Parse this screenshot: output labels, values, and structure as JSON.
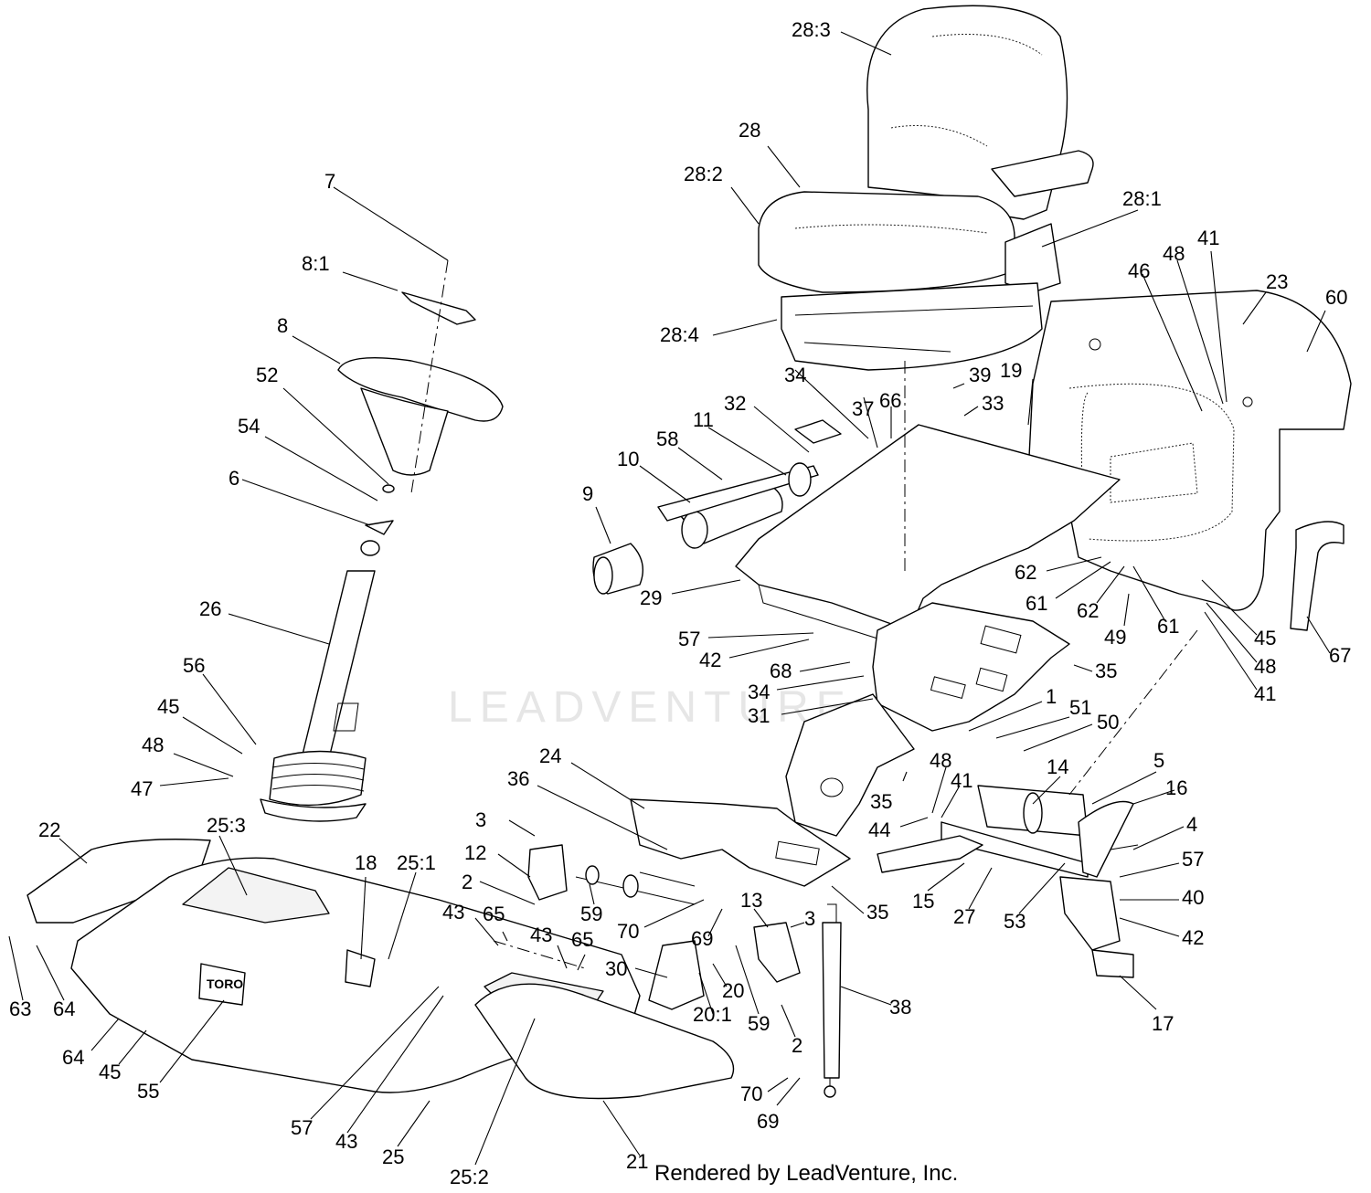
{
  "watermark": "LEADVENTURE",
  "credit": "Rendered by LeadVenture, Inc.",
  "callouts": [
    {
      "id": "c-28-3",
      "label": "28:3"
    },
    {
      "id": "c-28",
      "label": "28"
    },
    {
      "id": "c-28-2",
      "label": "28:2"
    },
    {
      "id": "c-28-1",
      "label": "28:1"
    },
    {
      "id": "c-28-4",
      "label": "28:4"
    },
    {
      "id": "c-7",
      "label": "7"
    },
    {
      "id": "c-8-1",
      "label": "8:1"
    },
    {
      "id": "c-8",
      "label": "8"
    },
    {
      "id": "c-52",
      "label": "52"
    },
    {
      "id": "c-54",
      "label": "54"
    },
    {
      "id": "c-6",
      "label": "6"
    },
    {
      "id": "c-26",
      "label": "26"
    },
    {
      "id": "c-56",
      "label": "56"
    },
    {
      "id": "c-45a",
      "label": "45"
    },
    {
      "id": "c-48a",
      "label": "48"
    },
    {
      "id": "c-47",
      "label": "47"
    },
    {
      "id": "c-22",
      "label": "22"
    },
    {
      "id": "c-25-3",
      "label": "25:3"
    },
    {
      "id": "c-18",
      "label": "18"
    },
    {
      "id": "c-25-1",
      "label": "25:1"
    },
    {
      "id": "c-63",
      "label": "63"
    },
    {
      "id": "c-64a",
      "label": "64"
    },
    {
      "id": "c-64b",
      "label": "64"
    },
    {
      "id": "c-45b",
      "label": "45"
    },
    {
      "id": "c-55",
      "label": "55"
    },
    {
      "id": "c-57a",
      "label": "57"
    },
    {
      "id": "c-43a",
      "label": "43"
    },
    {
      "id": "c-25",
      "label": "25"
    },
    {
      "id": "c-25-2",
      "label": "25:2"
    },
    {
      "id": "c-21",
      "label": "21"
    },
    {
      "id": "c-48b",
      "label": "48"
    },
    {
      "id": "c-41a",
      "label": "41"
    },
    {
      "id": "c-23",
      "label": "23"
    },
    {
      "id": "c-60",
      "label": "60"
    },
    {
      "id": "c-46",
      "label": "46"
    },
    {
      "id": "c-39",
      "label": "39"
    },
    {
      "id": "c-19",
      "label": "19"
    },
    {
      "id": "c-34a",
      "label": "34"
    },
    {
      "id": "c-33",
      "label": "33"
    },
    {
      "id": "c-37",
      "label": "37"
    },
    {
      "id": "c-66",
      "label": "66"
    },
    {
      "id": "c-32",
      "label": "32"
    },
    {
      "id": "c-11",
      "label": "11"
    },
    {
      "id": "c-58",
      "label": "58"
    },
    {
      "id": "c-10",
      "label": "10"
    },
    {
      "id": "c-9",
      "label": "9"
    },
    {
      "id": "c-29",
      "label": "29"
    },
    {
      "id": "c-62a",
      "label": "62"
    },
    {
      "id": "c-61a",
      "label": "61"
    },
    {
      "id": "c-62b",
      "label": "62"
    },
    {
      "id": "c-61b",
      "label": "61"
    },
    {
      "id": "c-49",
      "label": "49"
    },
    {
      "id": "c-45c",
      "label": "45"
    },
    {
      "id": "c-48c",
      "label": "48"
    },
    {
      "id": "c-41b",
      "label": "41"
    },
    {
      "id": "c-67",
      "label": "67"
    },
    {
      "id": "c-57b",
      "label": "57"
    },
    {
      "id": "c-42a",
      "label": "42"
    },
    {
      "id": "c-68",
      "label": "68"
    },
    {
      "id": "c-34b",
      "label": "34"
    },
    {
      "id": "c-31",
      "label": "31"
    },
    {
      "id": "c-35a",
      "label": "35"
    },
    {
      "id": "c-1",
      "label": "1"
    },
    {
      "id": "c-51",
      "label": "51"
    },
    {
      "id": "c-50",
      "label": "50"
    },
    {
      "id": "c-24",
      "label": "24"
    },
    {
      "id": "c-36",
      "label": "36"
    },
    {
      "id": "c-48d",
      "label": "48"
    },
    {
      "id": "c-41c",
      "label": "41"
    },
    {
      "id": "c-35b",
      "label": "35"
    },
    {
      "id": "c-44",
      "label": "44"
    },
    {
      "id": "c-14",
      "label": "14"
    },
    {
      "id": "c-5",
      "label": "5"
    },
    {
      "id": "c-16",
      "label": "16"
    },
    {
      "id": "c-4",
      "label": "4"
    },
    {
      "id": "c-57c",
      "label": "57"
    },
    {
      "id": "c-40",
      "label": "40"
    },
    {
      "id": "c-42b",
      "label": "42"
    },
    {
      "id": "c-17",
      "label": "17"
    },
    {
      "id": "c-3a",
      "label": "3"
    },
    {
      "id": "c-12",
      "label": "12"
    },
    {
      "id": "c-2a",
      "label": "2"
    },
    {
      "id": "c-59a",
      "label": "59"
    },
    {
      "id": "c-70a",
      "label": "70"
    },
    {
      "id": "c-43b",
      "label": "43"
    },
    {
      "id": "c-65a",
      "label": "65"
    },
    {
      "id": "c-43c",
      "label": "43"
    },
    {
      "id": "c-65b",
      "label": "65"
    },
    {
      "id": "c-13",
      "label": "13"
    },
    {
      "id": "c-3b",
      "label": "3"
    },
    {
      "id": "c-69a",
      "label": "69"
    },
    {
      "id": "c-35c",
      "label": "35"
    },
    {
      "id": "c-15",
      "label": "15"
    },
    {
      "id": "c-27",
      "label": "27"
    },
    {
      "id": "c-53",
      "label": "53"
    },
    {
      "id": "c-30",
      "label": "30"
    },
    {
      "id": "c-20",
      "label": "20"
    },
    {
      "id": "c-20-1",
      "label": "20:1"
    },
    {
      "id": "c-59b",
      "label": "59"
    },
    {
      "id": "c-2b",
      "label": "2"
    },
    {
      "id": "c-38",
      "label": "38"
    },
    {
      "id": "c-70b",
      "label": "70"
    },
    {
      "id": "c-69b",
      "label": "69"
    }
  ]
}
